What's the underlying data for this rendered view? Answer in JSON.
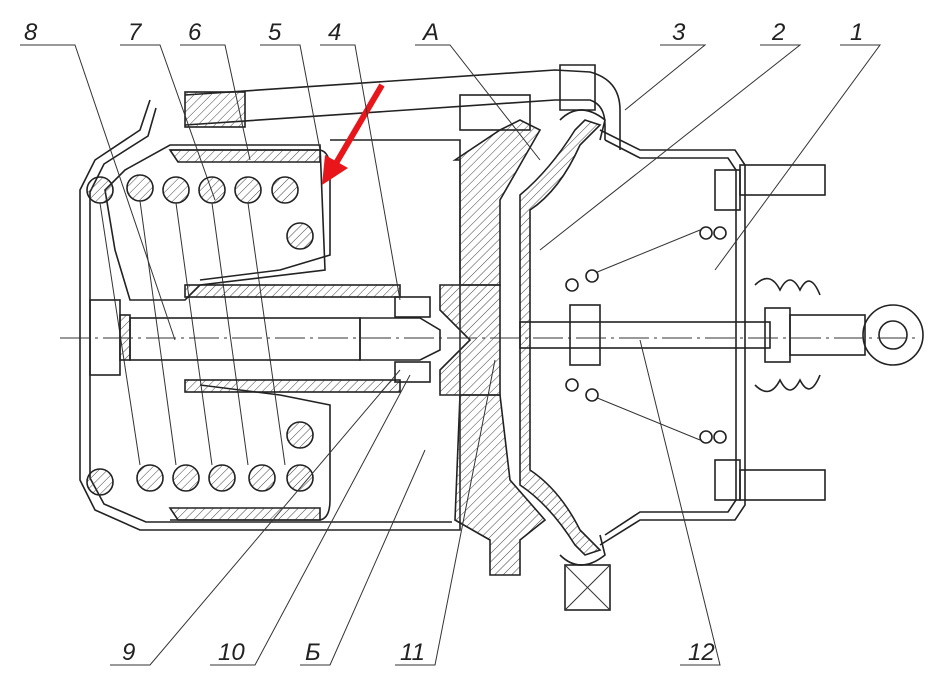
{
  "title": "Spring brake chamber cross-section",
  "labels_top": [
    "8",
    "7",
    "6",
    "5",
    "4",
    "A",
    "3",
    "2",
    "1"
  ],
  "labels_bottom": [
    "9",
    "10",
    "Б",
    "11",
    "12"
  ],
  "colors": {
    "line": "#222222",
    "highlight_arrow": "#e8161b"
  }
}
